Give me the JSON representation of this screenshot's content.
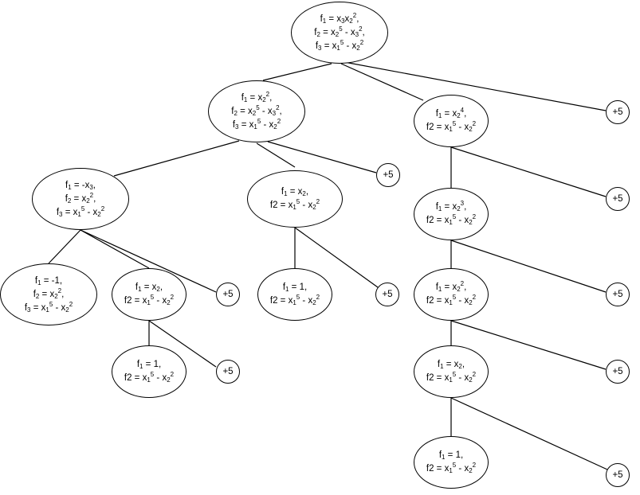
{
  "nodes": [
    {
      "id": "root",
      "lines": [
        [
          {
            "t": "f"
          },
          {
            "b": "1"
          },
          {
            "t": " = x"
          },
          {
            "b": "3"
          },
          {
            "t": "x"
          },
          {
            "b": "2"
          },
          {
            "p": "2"
          },
          {
            "t": ","
          }
        ],
        [
          {
            "t": "f"
          },
          {
            "b": "2"
          },
          {
            "t": " = x"
          },
          {
            "b": "2"
          },
          {
            "p": "5"
          },
          {
            "t": " - x"
          },
          {
            "b": "3"
          },
          {
            "p": "2"
          },
          {
            "t": ","
          }
        ],
        [
          {
            "t": "f"
          },
          {
            "b": "3"
          },
          {
            "t": " = x"
          },
          {
            "b": "1"
          },
          {
            "p": "5"
          },
          {
            "t": " - x"
          },
          {
            "b": "2"
          },
          {
            "p": "2"
          }
        ]
      ]
    },
    {
      "id": "n1",
      "lines": [
        [
          {
            "t": "f"
          },
          {
            "b": "1"
          },
          {
            "t": " = x"
          },
          {
            "b": "2"
          },
          {
            "p": "2"
          },
          {
            "t": ","
          }
        ],
        [
          {
            "t": "f"
          },
          {
            "b": "2"
          },
          {
            "t": " = x"
          },
          {
            "b": "2"
          },
          {
            "p": "5"
          },
          {
            "t": " - x"
          },
          {
            "b": "3"
          },
          {
            "p": "2"
          },
          {
            "t": ","
          }
        ],
        [
          {
            "t": "f"
          },
          {
            "b": "3"
          },
          {
            "t": " = x"
          },
          {
            "b": "1"
          },
          {
            "p": "5"
          },
          {
            "t": " - x"
          },
          {
            "b": "2"
          },
          {
            "p": "2"
          }
        ]
      ]
    },
    {
      "id": "n2",
      "lines": [
        [
          {
            "t": "f"
          },
          {
            "b": "1"
          },
          {
            "t": " = x"
          },
          {
            "b": "2"
          },
          {
            "p": "4"
          },
          {
            "t": ","
          }
        ],
        [
          {
            "t": "f2 = x"
          },
          {
            "b": "1"
          },
          {
            "p": "5"
          },
          {
            "t": " - x"
          },
          {
            "b": "2"
          },
          {
            "p": "2"
          }
        ]
      ]
    },
    {
      "id": "n3",
      "lines": [
        [
          {
            "t": "f"
          },
          {
            "b": "1"
          },
          {
            "t": " = -x"
          },
          {
            "b": "3"
          },
          {
            "t": ","
          }
        ],
        [
          {
            "t": "f"
          },
          {
            "b": "2"
          },
          {
            "t": " = x"
          },
          {
            "b": "2"
          },
          {
            "p": "2"
          },
          {
            "t": ","
          }
        ],
        [
          {
            "t": "f"
          },
          {
            "b": "3"
          },
          {
            "t": " = x"
          },
          {
            "b": "1"
          },
          {
            "p": "5"
          },
          {
            "t": " - x"
          },
          {
            "b": "2"
          },
          {
            "p": "2"
          }
        ]
      ]
    },
    {
      "id": "n4",
      "lines": [
        [
          {
            "t": "f"
          },
          {
            "b": "1"
          },
          {
            "t": " = x"
          },
          {
            "b": "2"
          },
          {
            "t": ","
          }
        ],
        [
          {
            "t": "f2 = x"
          },
          {
            "b": "1"
          },
          {
            "p": "5"
          },
          {
            "t": " - x"
          },
          {
            "b": "2"
          },
          {
            "p": "2"
          }
        ]
      ]
    },
    {
      "id": "n5",
      "lines": [
        [
          {
            "t": "f"
          },
          {
            "b": "1"
          },
          {
            "t": " = -1,"
          }
        ],
        [
          {
            "t": "f"
          },
          {
            "b": "2"
          },
          {
            "t": " = x"
          },
          {
            "b": "2"
          },
          {
            "p": "2"
          },
          {
            "t": ","
          }
        ],
        [
          {
            "t": "f"
          },
          {
            "b": "3"
          },
          {
            "t": " = x"
          },
          {
            "b": "1"
          },
          {
            "p": "5"
          },
          {
            "t": " - x"
          },
          {
            "b": "2"
          },
          {
            "p": "2"
          }
        ]
      ]
    },
    {
      "id": "n6",
      "lines": [
        [
          {
            "t": "f"
          },
          {
            "b": "1"
          },
          {
            "t": " = x"
          },
          {
            "b": "2"
          },
          {
            "t": ","
          }
        ],
        [
          {
            "t": "f2 = x"
          },
          {
            "b": "1"
          },
          {
            "p": "5"
          },
          {
            "t": " - x"
          },
          {
            "b": "2"
          },
          {
            "p": "2"
          }
        ]
      ]
    },
    {
      "id": "n7",
      "lines": [
        [
          {
            "t": "f"
          },
          {
            "b": "1"
          },
          {
            "t": " = 1,"
          }
        ],
        [
          {
            "t": "f2 = x"
          },
          {
            "b": "1"
          },
          {
            "p": "5"
          },
          {
            "t": " - x"
          },
          {
            "b": "2"
          },
          {
            "p": "2"
          }
        ]
      ]
    },
    {
      "id": "n8",
      "lines": [
        [
          {
            "t": "f"
          },
          {
            "b": "1"
          },
          {
            "t": " = 1,"
          }
        ],
        [
          {
            "t": "f2 = x"
          },
          {
            "b": "1"
          },
          {
            "p": "5"
          },
          {
            "t": " - x"
          },
          {
            "b": "2"
          },
          {
            "p": "2"
          }
        ]
      ]
    },
    {
      "id": "n9",
      "lines": [
        [
          {
            "t": "f"
          },
          {
            "b": "1"
          },
          {
            "t": " = x"
          },
          {
            "b": "2"
          },
          {
            "p": "3"
          },
          {
            "t": ","
          }
        ],
        [
          {
            "t": "f2 = x"
          },
          {
            "b": "1"
          },
          {
            "p": "5"
          },
          {
            "t": " - x"
          },
          {
            "b": "2"
          },
          {
            "p": "2"
          }
        ]
      ]
    },
    {
      "id": "n10",
      "lines": [
        [
          {
            "t": "f"
          },
          {
            "b": "1"
          },
          {
            "t": " = x"
          },
          {
            "b": "2"
          },
          {
            "p": "2"
          },
          {
            "t": ","
          }
        ],
        [
          {
            "t": "f2 = x"
          },
          {
            "b": "1"
          },
          {
            "p": "5"
          },
          {
            "t": " - x"
          },
          {
            "b": "2"
          },
          {
            "p": "2"
          }
        ]
      ]
    },
    {
      "id": "n11",
      "lines": [
        [
          {
            "t": "f"
          },
          {
            "b": "1"
          },
          {
            "t": " = x"
          },
          {
            "b": "2"
          },
          {
            "t": ","
          }
        ],
        [
          {
            "t": "f2 = x"
          },
          {
            "b": "1"
          },
          {
            "p": "5"
          },
          {
            "t": " - x"
          },
          {
            "b": "2"
          },
          {
            "p": "2"
          }
        ]
      ]
    },
    {
      "id": "n12",
      "lines": [
        [
          {
            "t": "f"
          },
          {
            "b": "1"
          },
          {
            "t": " = 1,"
          }
        ],
        [
          {
            "t": "f2 = x"
          },
          {
            "b": "1"
          },
          {
            "p": "5"
          },
          {
            "t": " - x"
          },
          {
            "b": "2"
          },
          {
            "p": "2"
          }
        ]
      ]
    }
  ],
  "bonuses": [
    {
      "id": "b-root",
      "label": "+5"
    },
    {
      "id": "b-n1",
      "label": "+5"
    },
    {
      "id": "b-n3",
      "label": "+5"
    },
    {
      "id": "b-n4",
      "label": "+5"
    },
    {
      "id": "b-n6",
      "label": "+5"
    },
    {
      "id": "b-n2",
      "label": "+5"
    },
    {
      "id": "b-n9",
      "label": "+5"
    },
    {
      "id": "b-n10",
      "label": "+5"
    },
    {
      "id": "b-n11",
      "label": "+5"
    },
    {
      "id": "b-n12",
      "label": "+5"
    }
  ],
  "edges": [
    [
      "root",
      "n1"
    ],
    [
      "root",
      "n2"
    ],
    [
      "root",
      "b-root"
    ],
    [
      "n1",
      "n3"
    ],
    [
      "n1",
      "n4"
    ],
    [
      "n1",
      "b-n1"
    ],
    [
      "n3",
      "n5"
    ],
    [
      "n3",
      "n6"
    ],
    [
      "n3",
      "b-n3"
    ],
    [
      "n6",
      "n7"
    ],
    [
      "n6",
      "b-n6"
    ],
    [
      "n4",
      "n8"
    ],
    [
      "n4",
      "b-n4"
    ],
    [
      "n2",
      "n9"
    ],
    [
      "n2",
      "b-n2"
    ],
    [
      "n9",
      "n10"
    ],
    [
      "n9",
      "b-n9"
    ],
    [
      "n10",
      "n11"
    ],
    [
      "n10",
      "b-n10"
    ],
    [
      "n11",
      "n12"
    ],
    [
      "n11",
      "b-n11"
    ]
  ]
}
